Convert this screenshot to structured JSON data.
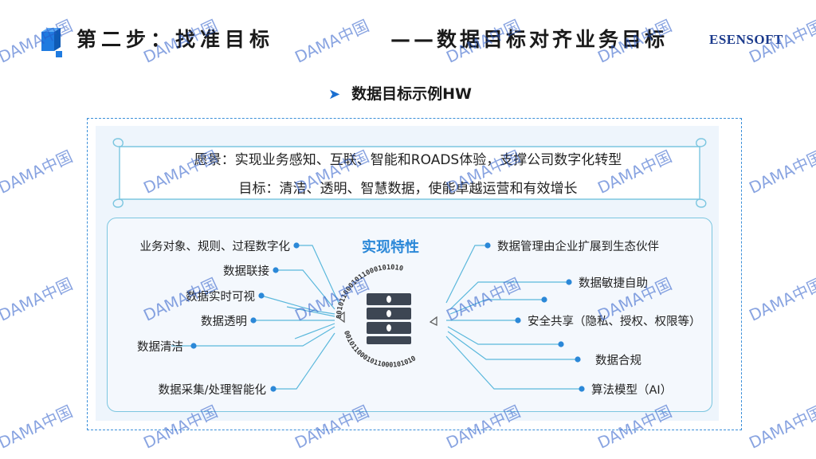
{
  "header": {
    "title_left": "第二步：找准目标",
    "title_right": "——数据目标对齐业务目标",
    "brand": "ESENSOFT"
  },
  "subtitle": "数据目标示例HW",
  "scroll": {
    "vision": "愿景：实现业务感知、互联、智能和ROADS体验，支撑公司数字化转型",
    "goal": "目标：清洁、透明、智慧数据，使能卓越运营和有效增长"
  },
  "features": {
    "title": "实现特性",
    "ring_text": "0010110001011000101010",
    "left": [
      "业务对象、规则、过程数字化",
      "数据联接",
      "数据实时可视",
      "数据透明",
      "数据清洁",
      "数据采集/处理智能化"
    ],
    "right": [
      "数据管理由企业扩展到生态伙伴",
      "数据敏捷自助",
      "安全共享（隐私、授权、权限等）",
      "数据合规",
      "算法模型（AI）"
    ]
  },
  "watermark": "DAMA中国",
  "colors": {
    "accent": "#2b88d8",
    "frame": "#3a8fd9",
    "line": "#5bb8dc",
    "brand": "#1b3a8c"
  }
}
